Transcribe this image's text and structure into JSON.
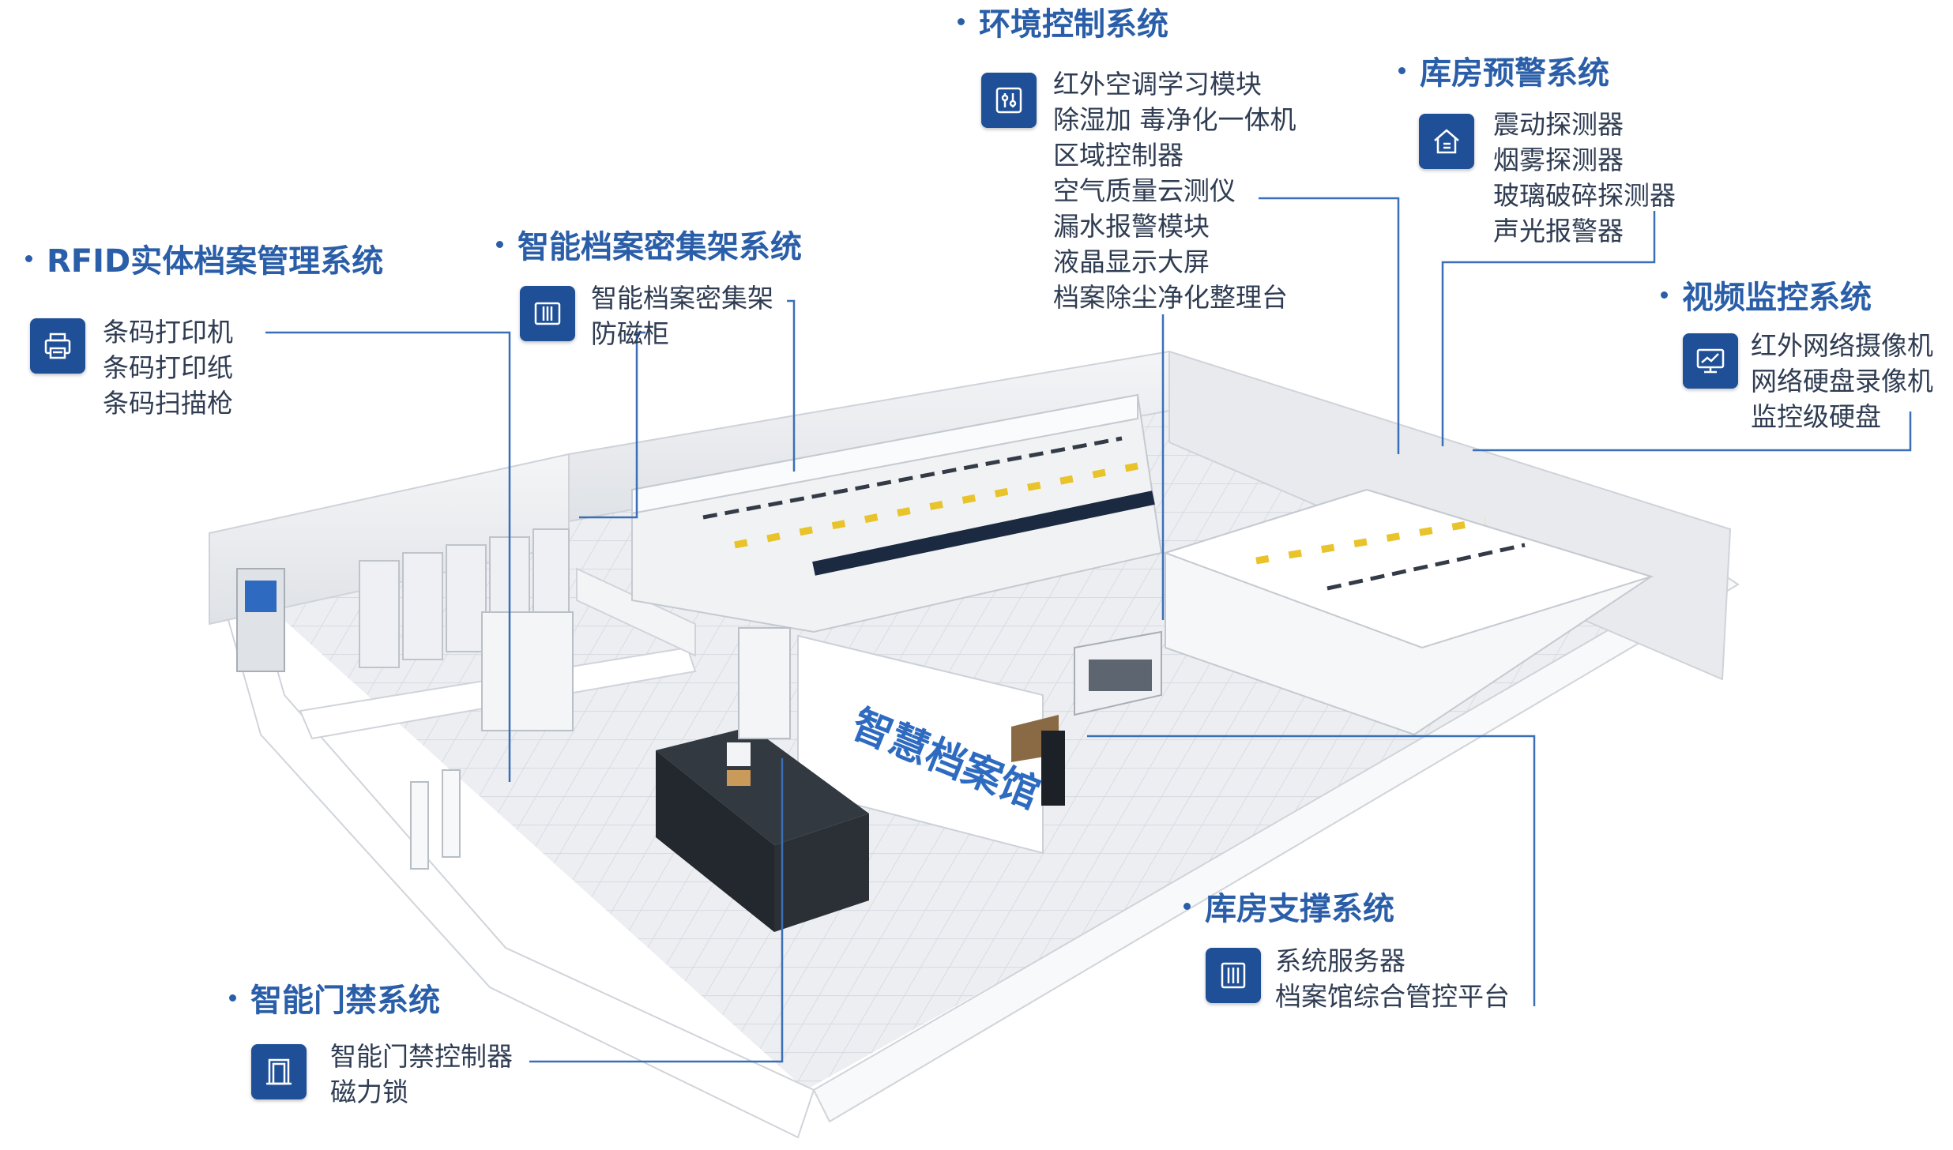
{
  "colors": {
    "accent": "#2a5ea8",
    "icon_bg": "#1f4f97",
    "item_text": "#2f3c52",
    "leader_line": "#3a6fb8"
  },
  "groups": {
    "rfid": {
      "title": "RFID实体档案管理系统",
      "icon": "printer-icon",
      "items": [
        "条码打印机",
        "条码打印纸",
        "条码扫描枪"
      ]
    },
    "shelf": {
      "title": "智能档案密集架系统",
      "icon": "cabinet-icon",
      "items": [
        "智能档案密集架",
        "防磁柜"
      ]
    },
    "env": {
      "title": "环境控制系统",
      "icon": "control-panel-icon",
      "items": [
        "红外空调学习模块",
        "除湿加 毒净化一体机",
        "区域控制器",
        "空气质量云测仪",
        "漏水报警模块",
        "液晶显示大屏",
        "档案除尘净化整理台"
      ]
    },
    "alarm": {
      "title": "库房预警系统",
      "icon": "house-alarm-icon",
      "items": [
        "震动探测器",
        "烟雾探测器",
        "玻璃破碎探测器",
        "声光报警器"
      ]
    },
    "video": {
      "title": "视频监控系统",
      "icon": "monitor-chart-icon",
      "items": [
        "红外网络摄像机",
        "网络硬盘录像机",
        "监控级硬盘"
      ]
    },
    "support": {
      "title": "库房支撑系统",
      "icon": "server-icon",
      "items": [
        "系统服务器",
        "档案馆综合管控平台"
      ]
    },
    "door": {
      "title": "智能门禁系统",
      "icon": "door-icon",
      "items": [
        "智能门禁控制器",
        "磁力锁"
      ]
    }
  },
  "illustration": {
    "wall_sign": "智慧档案馆"
  }
}
